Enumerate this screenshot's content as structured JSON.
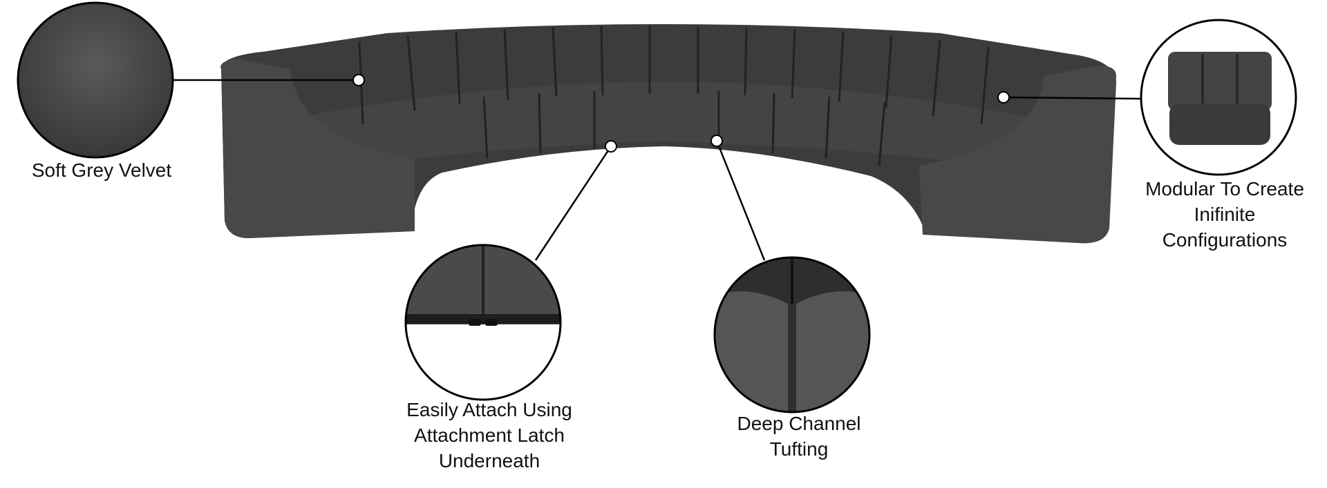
{
  "callouts": {
    "velvet": {
      "lines": [
        "Soft Grey Velvet"
      ]
    },
    "modular": {
      "lines": [
        "Modular To Create",
        "Inifinite",
        "Configurations"
      ]
    },
    "latch": {
      "lines": [
        "Easily Attach Using",
        "Attachment Latch",
        "Underneath"
      ]
    },
    "tufting": {
      "lines": [
        "Deep Channel",
        "Tufting"
      ]
    }
  },
  "colors": {
    "velvet": "#4a4a4a",
    "velvet_dark": "#2e2e2e",
    "line": "#000000"
  }
}
